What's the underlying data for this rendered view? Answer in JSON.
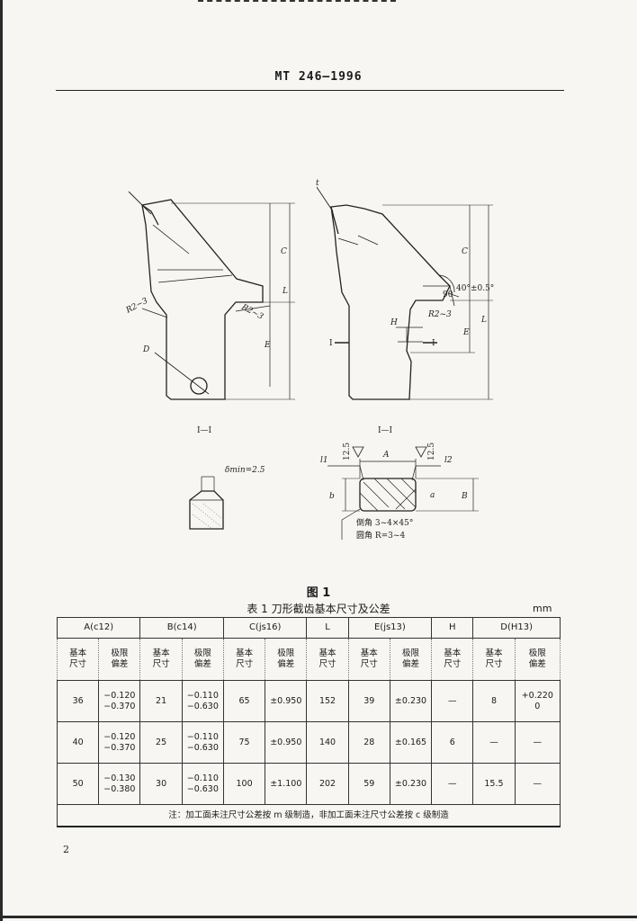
{
  "header": {
    "standard_number": "MT 246—1996"
  },
  "figure": {
    "caption": "图 1",
    "labels": {
      "R_left": "R2~3",
      "R_right": "R2~3",
      "dim_C": "C",
      "dim_L": "L",
      "dim_E": "E",
      "pt_D": "D",
      "dim_H": "H",
      "angle": "40°±0.5°",
      "dim_90": "90",
      "R_third": "R2~3",
      "pt_t": "t",
      "section_left": "I—I",
      "section_right": "I—I",
      "cut_left": "I",
      "cut_right": "I",
      "delta": "δmin=2.5",
      "dim_A": "A",
      "dim_b": "b",
      "dim_B": "B",
      "dim_a": "a",
      "l1": "l1",
      "l2": "l2",
      "rough_l": "12.5",
      "rough_r": "12.5",
      "note_chamfer": "倒角 3~4×45°",
      "note_fillet": "圆角 R=3~4"
    }
  },
  "table": {
    "title": "表 1  刀形截齿基本尺寸及公差",
    "unit": "mm",
    "groups": [
      "A(c12)",
      "B(c14)",
      "C(js16)",
      "L",
      "E(js13)",
      "H",
      "D(H13)"
    ],
    "subheaders": [
      "基本尺寸",
      "极限偏差",
      "基本尺寸",
      "极限偏差",
      "基本尺寸",
      "极限偏差",
      "基本尺寸",
      "基本尺寸",
      "极限偏差",
      "基本尺寸",
      "基本尺寸",
      "极限偏差"
    ],
    "rows": [
      [
        "36",
        "−0.120\n−0.370",
        "21",
        "−0.110\n−0.630",
        "65",
        "±0.950",
        "152",
        "39",
        "±0.230",
        "—",
        "8",
        "+0.220\n0"
      ],
      [
        "40",
        "−0.120\n−0.370",
        "25",
        "−0.110\n−0.630",
        "75",
        "±0.950",
        "140",
        "28",
        "±0.165",
        "6",
        "—",
        "—"
      ],
      [
        "50",
        "−0.130\n−0.380",
        "30",
        "−0.110\n−0.630",
        "100",
        "±1.100",
        "202",
        "59",
        "±0.230",
        "—",
        "15.5",
        "—"
      ]
    ],
    "note": "注：加工面未注尺寸公差按 m 级制造，非加工面未注尺寸公差按 c 级制造"
  },
  "page_number": "2"
}
